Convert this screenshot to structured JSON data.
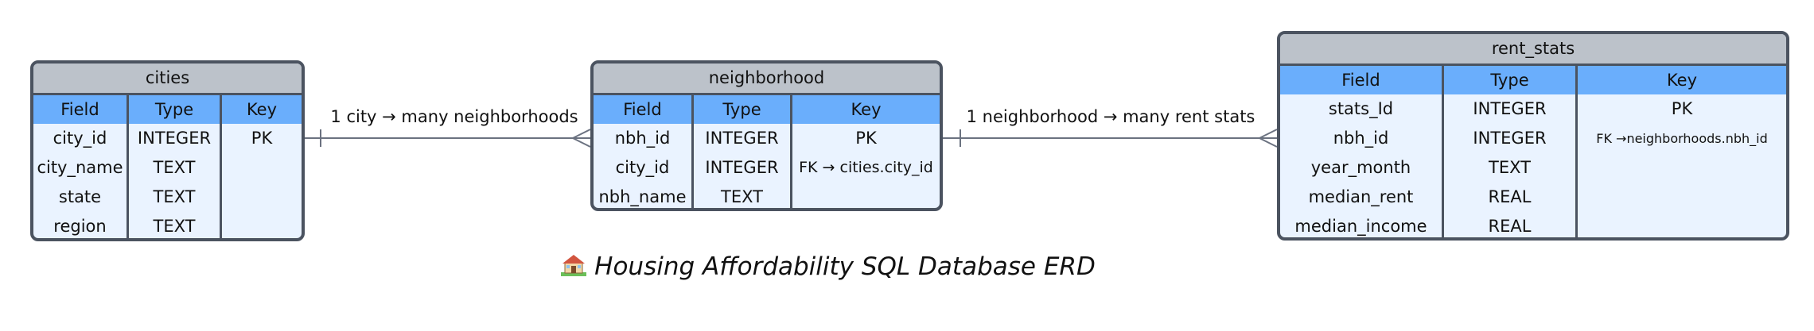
{
  "tables": [
    {
      "id": "cities",
      "title": "cities",
      "headers": [
        "Field",
        "Type",
        "Key"
      ],
      "rows": [
        [
          "city_id",
          "INTEGER",
          "PK"
        ],
        [
          "city_name",
          "TEXT",
          ""
        ],
        [
          "state",
          "TEXT",
          ""
        ],
        [
          "region",
          "TEXT",
          ""
        ]
      ]
    },
    {
      "id": "neighborhood",
      "title": "neighborhood",
      "headers": [
        "Field",
        "Type",
        "Key"
      ],
      "rows": [
        [
          "nbh_id",
          "INTEGER",
          "PK"
        ],
        [
          "city_id",
          "INTEGER",
          "FK → cities.city_id"
        ],
        [
          "nbh_name",
          "TEXT",
          ""
        ]
      ]
    },
    {
      "id": "rent_stats",
      "title": "rent_stats",
      "headers": [
        "Field",
        "Type",
        "Key"
      ],
      "rows": [
        [
          "stats_Id",
          "INTEGER",
          "PK"
        ],
        [
          "nbh_id",
          "INTEGER",
          "FK →neighborhoods.nbh_id"
        ],
        [
          "year_month",
          "TEXT",
          ""
        ],
        [
          "median_rent",
          "REAL",
          ""
        ],
        [
          "median_income",
          "REAL",
          ""
        ]
      ]
    }
  ],
  "relationships": [
    {
      "from": "cities",
      "to": "neighborhood",
      "label": "1 city → many neighborhoods"
    },
    {
      "from": "neighborhood",
      "to": "rent_stats",
      "label": "1 neighborhood → many rent stats"
    }
  ],
  "caption": {
    "icon": "house-icon",
    "text": "Housing Affordability SQL Database ERD"
  },
  "colors": {
    "table_border": "#4b5360",
    "title_bg": "#bcc2ca",
    "header_bg": "#6aaefc",
    "body_bg": "#eaf3ff",
    "line": "#6b7280"
  }
}
